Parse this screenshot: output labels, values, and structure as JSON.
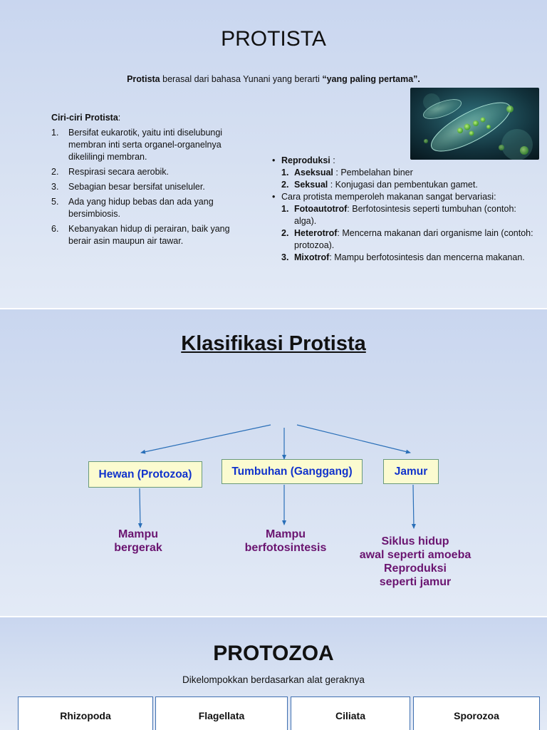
{
  "slide1": {
    "title": "PROTISTA",
    "intro": {
      "term": "Protista",
      "mid": " berasal dari bahasa Yunani yang berarti ",
      "meaning": "“yang paling pertama”."
    },
    "ciri_title": "Ciri-ciri Protista",
    "ciri_colon": ":",
    "ciri_items": [
      {
        "num": "1.",
        "text": "Bersifat eukarotik, yaitu inti diselubungi membran inti serta organel-organelnya dikelilingi membran."
      },
      {
        "num": "2.",
        "text": "Respirasi secara aerobik."
      },
      {
        "num": "3.",
        "text": "Sebagian besar bersifat uniseluler."
      },
      {
        "num": "5.",
        "text": "Ada yang hidup bebas dan ada yang bersimbiosis."
      },
      {
        "num": "6.",
        "text": "Kebanyakan hidup di perairan, baik yang berair asin maupun air tawar."
      }
    ],
    "reproduksi": {
      "label": "Reproduksi",
      "colon": " :",
      "items": [
        {
          "num": "1.",
          "term": "Aseksual",
          "text": " : Pembelahan biner"
        },
        {
          "num": "2.",
          "term": "Seksual",
          "text": " : Konjugasi dan pembentukan gamet."
        }
      ]
    },
    "makanan": {
      "text": "Cara protista memperoleh makanan sangat bervariasi:",
      "items": [
        {
          "num": "1.",
          "term": "Fotoautotrof",
          "text": ": Berfotosintesis seperti tumbuhan (contoh: alga)."
        },
        {
          "num": "2.",
          "term": "Heterotrof",
          "text": ": Mencerna makanan dari organisme lain (contoh: protozoa)."
        },
        {
          "num": "3.",
          "term": "Mixotrof",
          "text": ": Mampu berfotosintesis dan mencerna makanan."
        }
      ]
    }
  },
  "slide2": {
    "title": "Klasifikasi Protista",
    "boxes": [
      "Hewan (Protozoa)",
      "Tumbuhan (Ganggang)",
      "Jamur"
    ],
    "results": [
      [
        "Mampu",
        "bergerak"
      ],
      [
        "Mampu",
        "berfotosintesis"
      ],
      [
        "Siklus hidup",
        "awal seperti amoeba",
        "Reproduksi",
        "seperti jamur"
      ]
    ]
  },
  "slide3": {
    "title": "PROTOZOA",
    "subtitle": "Dikelompokkan berdasarkan alat geraknya",
    "groups": [
      "Rhizopoda",
      "Flagellata",
      "Ciliata",
      "Sporozoa"
    ]
  }
}
